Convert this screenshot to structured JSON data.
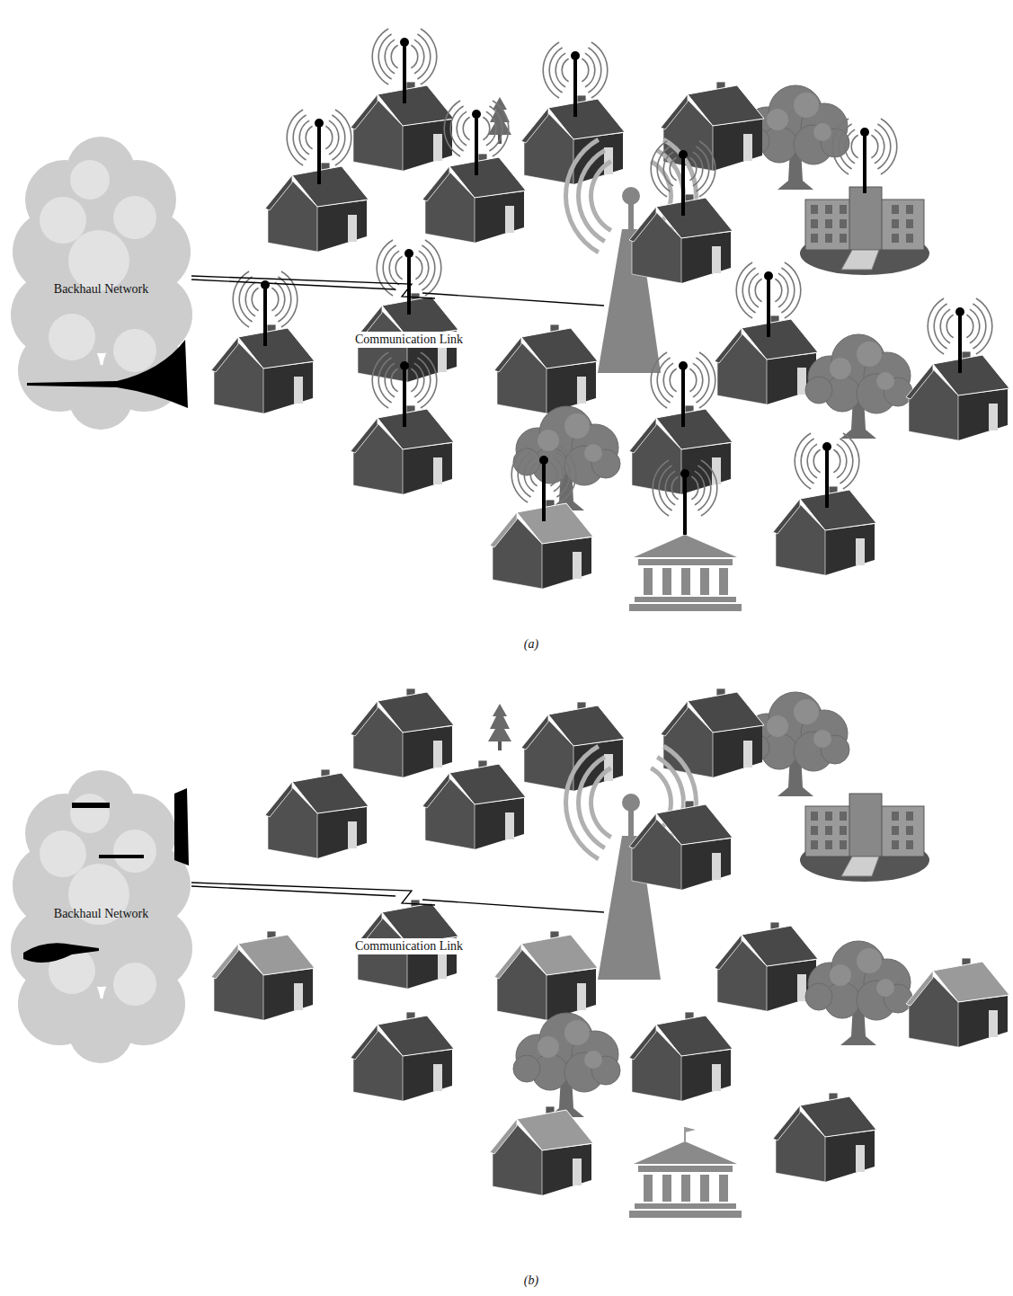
{
  "diagram": {
    "nodes": [
      {
        "text": [
          "Backhaul Network"
        ]
      },
      {
        "text": [
          "Backhaul Network"
        ]
      }
    ],
    "labels": [
      "Communication Link",
      "(a)",
      "Communication Link",
      "(b)"
    ]
  }
}
